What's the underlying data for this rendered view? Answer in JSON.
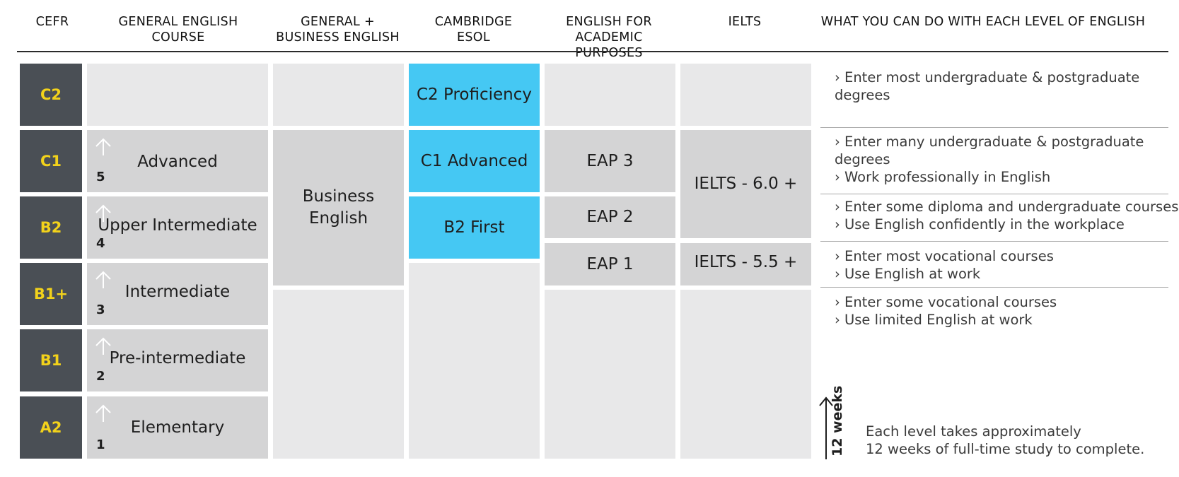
{
  "headers": {
    "cefr": "CEFR",
    "general_english": "GENERAL ENGLISH\nCOURSE",
    "general_business": "GENERAL +\nBUSINESS ENGLISH",
    "cambridge": "CAMBRIDGE\nESOL",
    "eap": "ENGLISH FOR\nACADEMIC PURPOSES",
    "ielts": "IELTS",
    "what_you_can_do": "WHAT YOU CAN DO WITH EACH LEVEL OF ENGLISH"
  },
  "cefr_levels": [
    "C2",
    "C1",
    "B2",
    "B1+",
    "B1",
    "A2"
  ],
  "general_english": [
    {
      "label": "Advanced",
      "number": "5"
    },
    {
      "label": "Upper Intermediate",
      "number": "4"
    },
    {
      "label": "Intermediate",
      "number": "3"
    },
    {
      "label": "Pre-intermediate",
      "number": "2"
    },
    {
      "label": "Elementary",
      "number": "1"
    }
  ],
  "business_english": "Business\nEnglish",
  "cambridge": [
    "C2 Proficiency",
    "C1 Advanced",
    "B2 First"
  ],
  "eap": [
    "EAP 3",
    "EAP 2",
    "EAP 1"
  ],
  "ielts": [
    "IELTS - 6.0 +",
    "IELTS - 5.5 +"
  ],
  "descriptions": [
    "› Enter most undergraduate & postgraduate degrees",
    "› Enter many undergraduate & postgraduate degrees\n› Work professionally in English",
    "› Enter some diploma and undergraduate courses\n› Use English confidently in the workplace",
    "› Enter most vocational courses\n› Use English at work",
    "› Enter some vocational courses\n› Use limited English at work"
  ],
  "duration": {
    "label": "12 weeks",
    "note": "Each level takes approximately\n12 weeks of full-time study to complete."
  },
  "colors": {
    "cefr_bg": "#4a4f55",
    "cefr_text": "#f2d21b",
    "cambridge_bg": "#45c8f3",
    "cell_grey": "#d4d4d5",
    "cell_light": "#e8e8e9"
  }
}
